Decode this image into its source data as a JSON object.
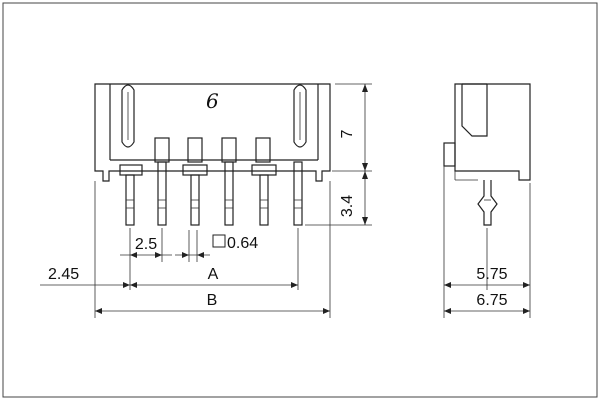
{
  "drawing": {
    "pin_count_mark": "6",
    "dimensions": {
      "height_body": "7",
      "pin_length": "3.4",
      "pitch": "2.5",
      "pin_square": "0.64",
      "offset": "2.45",
      "span_a": "A",
      "span_b": "B",
      "side_depth_inner": "5.75",
      "side_depth_outer": "6.75"
    }
  }
}
